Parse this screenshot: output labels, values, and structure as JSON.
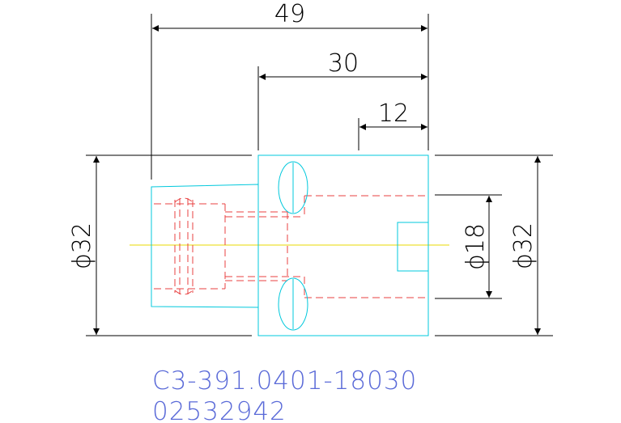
{
  "colors": {
    "background": "#ffffff",
    "dimension": "#000000",
    "outline": "#00c8dc",
    "hidden": "#e84040",
    "centerline": "#e8d800",
    "part_text": "#5a6ad8"
  },
  "dimensions": {
    "overall_length": "49",
    "body_length": "30",
    "bore_depth": "12",
    "left_diameter": "ϕ32",
    "bore_diameter": "ϕ18",
    "right_diameter": "ϕ32"
  },
  "part": {
    "number": "C3-391.0401-18030",
    "code": "02532942"
  }
}
